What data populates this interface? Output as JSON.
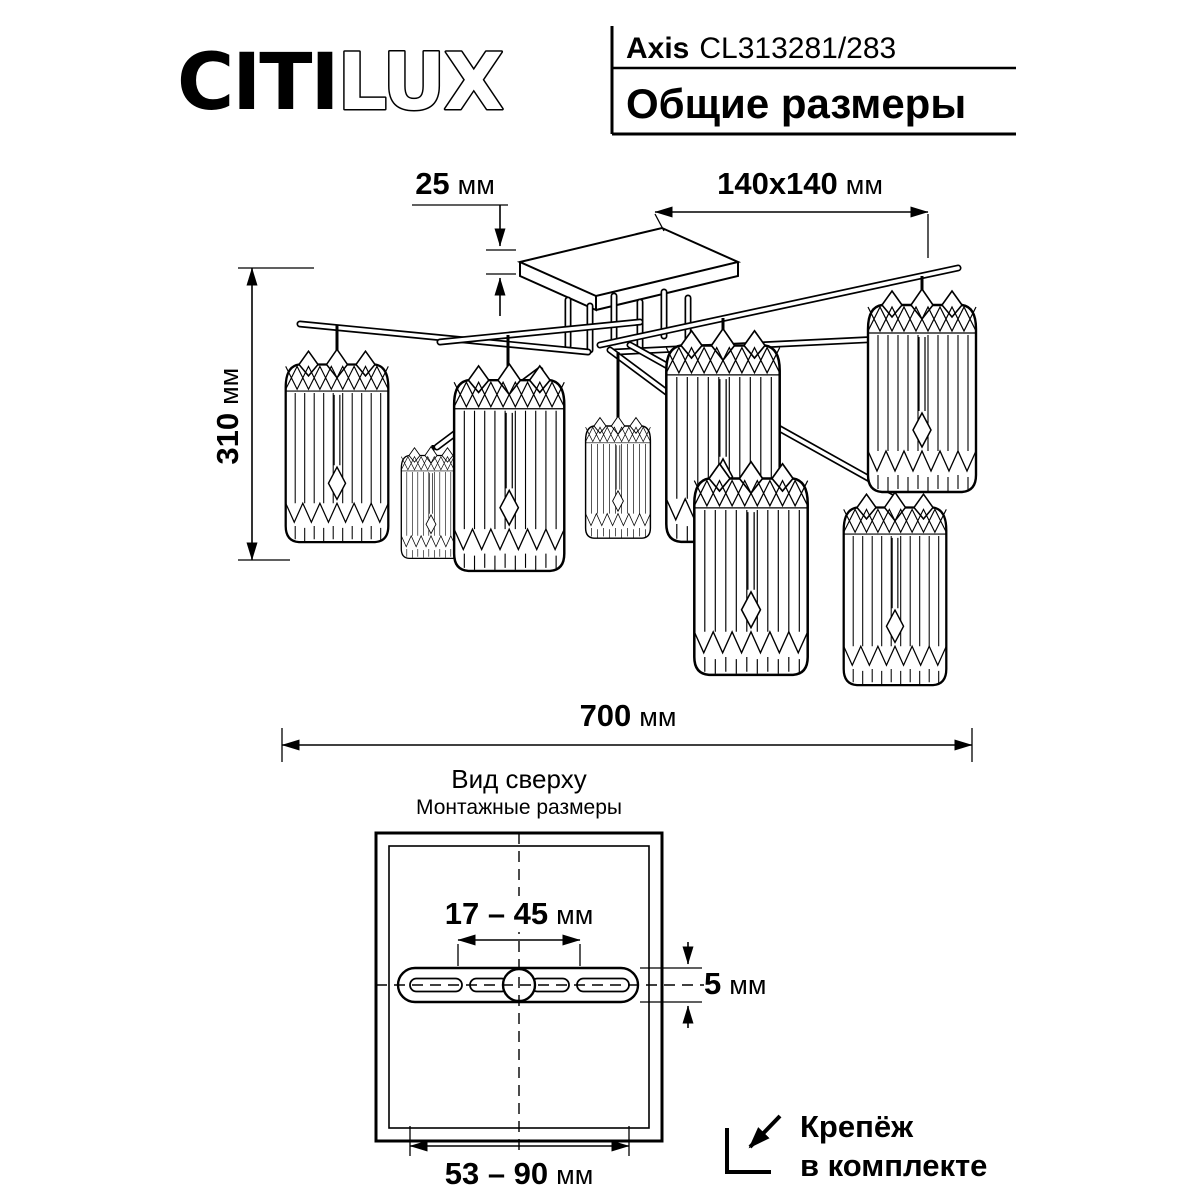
{
  "header": {
    "brand_part1": "CITI",
    "brand_part2": "LUX",
    "model_name": "Axis",
    "model_code": "CL313281/283",
    "subtitle": "Общие размеры"
  },
  "dimensions": {
    "canopy_offset": {
      "value": "25",
      "unit": "мм"
    },
    "canopy_plate": {
      "value": "140x140",
      "unit": "мм"
    },
    "fixture_height": {
      "value": "310",
      "unit": "мм"
    },
    "fixture_width": {
      "value": "700",
      "unit": "мм"
    }
  },
  "top_view": {
    "title": "Вид сверху",
    "subtitle": "Монтажные размеры",
    "mount_inner": {
      "value": "17 – 45",
      "unit": "мм"
    },
    "mount_slot_width": {
      "value": "5",
      "unit": "мм"
    },
    "mount_outer": {
      "value": "53 – 90",
      "unit": "мм"
    }
  },
  "footer": {
    "fastener_note_line1": "Крепёж",
    "fastener_note_line2": "в комплекте"
  },
  "colors": {
    "line": "#000000",
    "background": "#ffffff"
  }
}
